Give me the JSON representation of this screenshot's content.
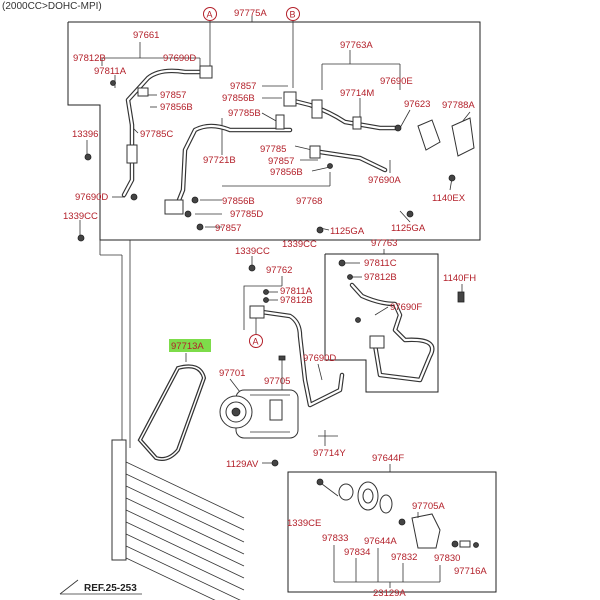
{
  "header": {
    "engine_spec": "(2000CC>DOHC-MPI)"
  },
  "references": {
    "condenser_ref": "REF.25-253"
  },
  "callouts": {
    "a": "A",
    "b": "B"
  },
  "highlighted_part": "97713A",
  "part_labels": {
    "p97775A": "97775A",
    "p97661": "97661",
    "p97812B_1": "97812B",
    "p97811A_1": "97811A",
    "p97690D_1": "97690D",
    "p97857_1": "97857",
    "p97856B_1": "97856B",
    "p97785C": "97785C",
    "p13396": "13396",
    "p97690D_2": "97690D",
    "p1339CC_1": "1339CC",
    "p97857_2": "97857",
    "p97856B_2": "97856B",
    "p97785B": "97785B",
    "p97721B": "97721B",
    "p97785": "97785",
    "p97857_3": "97857",
    "p97856B_3": "97856B",
    "p97768": "97768",
    "p97856B_4": "97856B",
    "p97785D": "97785D",
    "p97857_4": "97857",
    "p97763A": "97763A",
    "p97690E": "97690E",
    "p97714M": "97714M",
    "p97623": "97623",
    "p97788A": "97788A",
    "p97690A": "97690A",
    "p1140EX": "1140EX",
    "p1125GA_1": "1125GA",
    "p1125GA_2": "1125GA",
    "p1339CC_2": "1339CC",
    "p1339CC_3": "1339CC",
    "p97763": "97763",
    "p97811C": "97811C",
    "p97812B_2": "97812B",
    "p1140FH": "1140FH",
    "p97690F": "97690F",
    "p97762": "97762",
    "p97811A_2": "97811A",
    "p97812B_3": "97812B",
    "p97713A": "97713A",
    "p97701": "97701",
    "p97705": "97705",
    "p97690D_3": "97690D",
    "p97714Y": "97714Y",
    "p1129AV": "1129AV",
    "p97644F": "97644F",
    "p1339CE": "1339CE",
    "p97833": "97833",
    "p97834": "97834",
    "p97644A": "97644A",
    "p97705A": "97705A",
    "p97832": "97832",
    "p97830": "97830",
    "p97716A": "97716A",
    "p23129A": "23129A"
  },
  "colors": {
    "label": "#b3202a",
    "highlight": "#7ddc4a",
    "line": "#333333"
  }
}
